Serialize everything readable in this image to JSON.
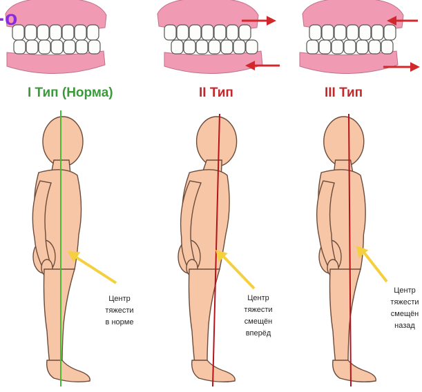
{
  "corner_text": "-о",
  "types": [
    {
      "title": "I Тип (Норма)",
      "title_color": "#3a9a3a",
      "line_color": "#44bb33",
      "caption": [
        "Центр",
        "тяжести",
        "в норме"
      ]
    },
    {
      "title": "II Тип",
      "title_color": "#c0282b",
      "line_color": "#b5121b",
      "caption": [
        "Центр",
        "тяжести",
        "смещён",
        "вперёд"
      ]
    },
    {
      "title": "III Тип",
      "title_color": "#c0282b",
      "line_color": "#b5121b",
      "caption": [
        "Центр",
        "тяжести",
        "смещён",
        "назад"
      ]
    }
  ],
  "colors": {
    "skin": "#f6c6a6",
    "skin_outline": "#6b4a3a",
    "gum": "#f09ab4",
    "arrow_red": "#d0282c",
    "arrow_yellow": "#f4d03f"
  }
}
